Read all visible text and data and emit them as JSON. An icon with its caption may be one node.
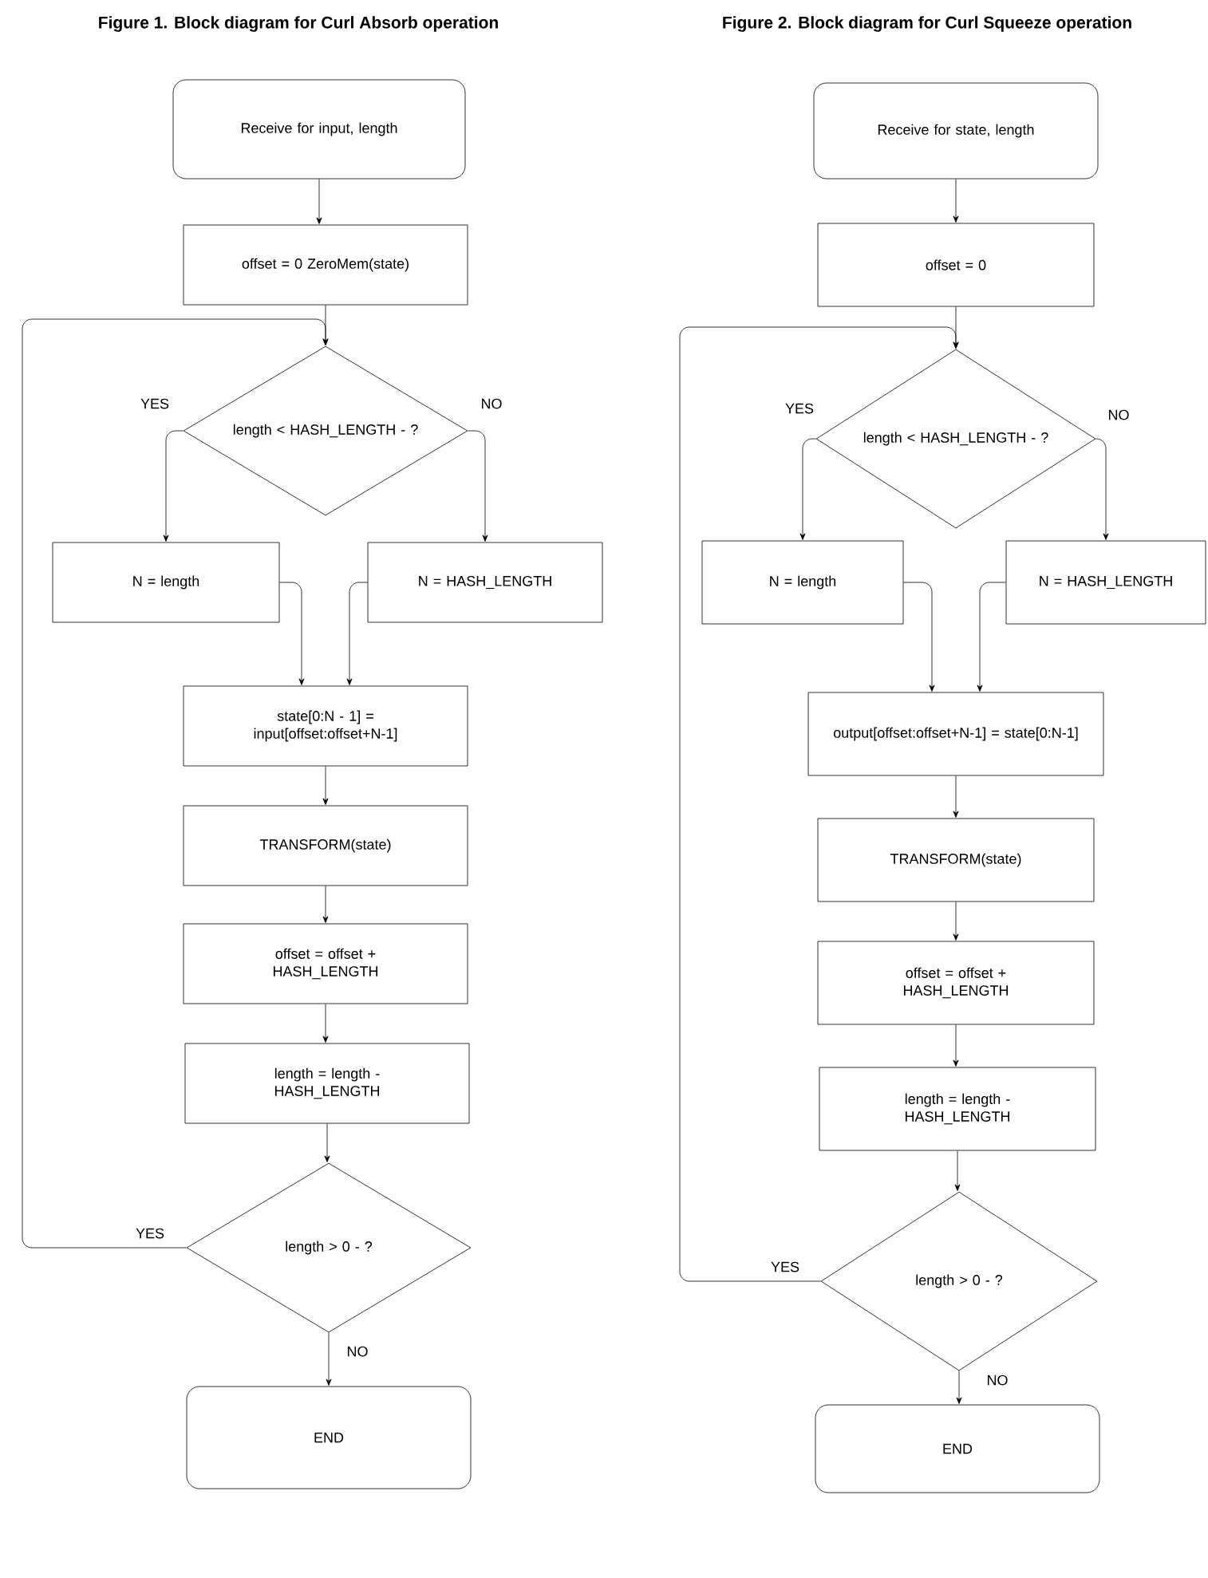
{
  "diagram": {
    "nodes": [
      {
        "text": [
          "Receive for input, length"
        ]
      },
      {
        "text": [
          "offset = 0 ZeroMem(state)"
        ]
      },
      {
        "text": [
          "length < HASH_LENGTH - ?"
        ]
      },
      {
        "text": [
          "N = length"
        ]
      },
      {
        "text": [
          "N = HASH_LENGTH"
        ]
      },
      {
        "text": [
          "state[0:N - 1] = input[offset:offset+N-1]"
        ]
      },
      {
        "text": [
          "TRANSFORM(state)"
        ]
      },
      {
        "text": [
          "offset = offset + HASH_LENGTH"
        ]
      },
      {
        "text": [
          "length = length - HASH_LENGTH"
        ]
      },
      {
        "text": [
          "length > 0 - ?"
        ]
      },
      {
        "text": [
          "END"
        ]
      },
      {
        "text": [
          "Receive for state, length"
        ]
      },
      {
        "text": [
          "offset = 0"
        ]
      },
      {
        "text": [
          "length < HASH_LENGTH - ?"
        ]
      },
      {
        "text": [
          "N = length"
        ]
      },
      {
        "text": [
          "N = HASH_LENGTH"
        ]
      },
      {
        "text": [
          "output[offset:offset+N-1] = state[0:N-1]"
        ]
      },
      {
        "text": [
          "TRANSFORM(state)"
        ]
      },
      {
        "text": [
          "offset = offset + HASH_LENGTH"
        ]
      },
      {
        "text": [
          "length = length - HASH_LENGTH"
        ]
      },
      {
        "text": [
          "length > 0 - ?"
        ]
      },
      {
        "text": [
          "END"
        ]
      }
    ],
    "edges": [
      {
        "from": 0,
        "to": 1,
        "arrow": "to"
      },
      {
        "from": 1,
        "to": 2,
        "arrow": "to"
      },
      {
        "from": 2,
        "to": 3,
        "arrow": "to",
        "label": "YES"
      },
      {
        "from": 2,
        "to": 4,
        "arrow": "to",
        "label": "NO"
      },
      {
        "from": 3,
        "to": 5,
        "arrow": "to"
      },
      {
        "from": 4,
        "to": 5,
        "arrow": "to"
      },
      {
        "from": 5,
        "to": 6,
        "arrow": "to"
      },
      {
        "from": 6,
        "to": 7,
        "arrow": "to"
      },
      {
        "from": 7,
        "to": 8,
        "arrow": "to"
      },
      {
        "from": 8,
        "to": 9,
        "arrow": "to"
      },
      {
        "from": 9,
        "to": 2,
        "arrow": "to",
        "label": "YES"
      },
      {
        "from": 9,
        "to": 10,
        "arrow": "to",
        "label": "NO"
      },
      {
        "from": 11,
        "to": 12,
        "arrow": "to"
      },
      {
        "from": 12,
        "to": 13,
        "arrow": "to"
      },
      {
        "from": 13,
        "to": 14,
        "arrow": "to",
        "label": "YES"
      },
      {
        "from": 13,
        "to": 15,
        "arrow": "to",
        "label": "NO"
      },
      {
        "from": 14,
        "to": 16,
        "arrow": "to"
      },
      {
        "from": 15,
        "to": 16,
        "arrow": "to"
      },
      {
        "from": 16,
        "to": 17,
        "arrow": "to"
      },
      {
        "from": 17,
        "to": 18,
        "arrow": "to"
      },
      {
        "from": 18,
        "to": 19,
        "arrow": "to"
      },
      {
        "from": 19,
        "to": 20,
        "arrow": "to"
      },
      {
        "from": 20,
        "to": 13,
        "arrow": "to",
        "label": "YES"
      },
      {
        "from": 20,
        "to": 21,
        "arrow": "to",
        "label": "NO"
      }
    ],
    "labels": [
      "Figure 1. Block diagram for Curl Absorb operation",
      "Figure 2. Block diagram for Curl Squeeze operation"
    ]
  }
}
